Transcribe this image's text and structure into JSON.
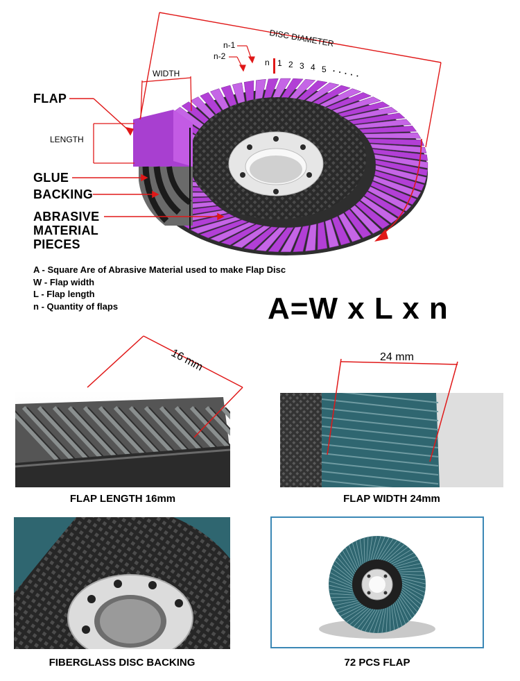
{
  "diagram": {
    "labels": {
      "flap": "FLAP",
      "length": "LENGTH",
      "width": "WIDTH",
      "glue": "GLUE",
      "backing": "BACKING",
      "abrasive_line1": "ABRASIVE",
      "abrasive_line2": "MATERIAL",
      "abrasive_line3": "PIECES",
      "disc_diameter": "DISC DIAMETER",
      "n_minus_1": "n-1",
      "n_minus_2": "n-2",
      "n": "n",
      "counts": [
        "1",
        "2",
        "3",
        "4",
        "5"
      ],
      "dots": ". . . . ."
    },
    "colors": {
      "flap": "#b23fd6",
      "arrow": "#e01818",
      "backing": "#3a3a3a"
    }
  },
  "legend": [
    {
      "key": "A",
      "text": " - Square Are of Abrasive Material used to make Flap Disc"
    },
    {
      "key": "W",
      "text": " - Flap width"
    },
    {
      "key": "L",
      "text": " - Flap length"
    },
    {
      "key": "n",
      "text": " - Quantity of flaps"
    }
  ],
  "formula": "A=W x L x n",
  "photos": [
    {
      "measure": "16 mm",
      "caption": "FLAP LENGTH 16mm"
    },
    {
      "measure": "24 mm",
      "caption": "FLAP WIDTH 24mm"
    },
    {
      "caption": "FIBERGLASS DISC BACKING"
    },
    {
      "caption": "72 PCS FLAP"
    }
  ]
}
